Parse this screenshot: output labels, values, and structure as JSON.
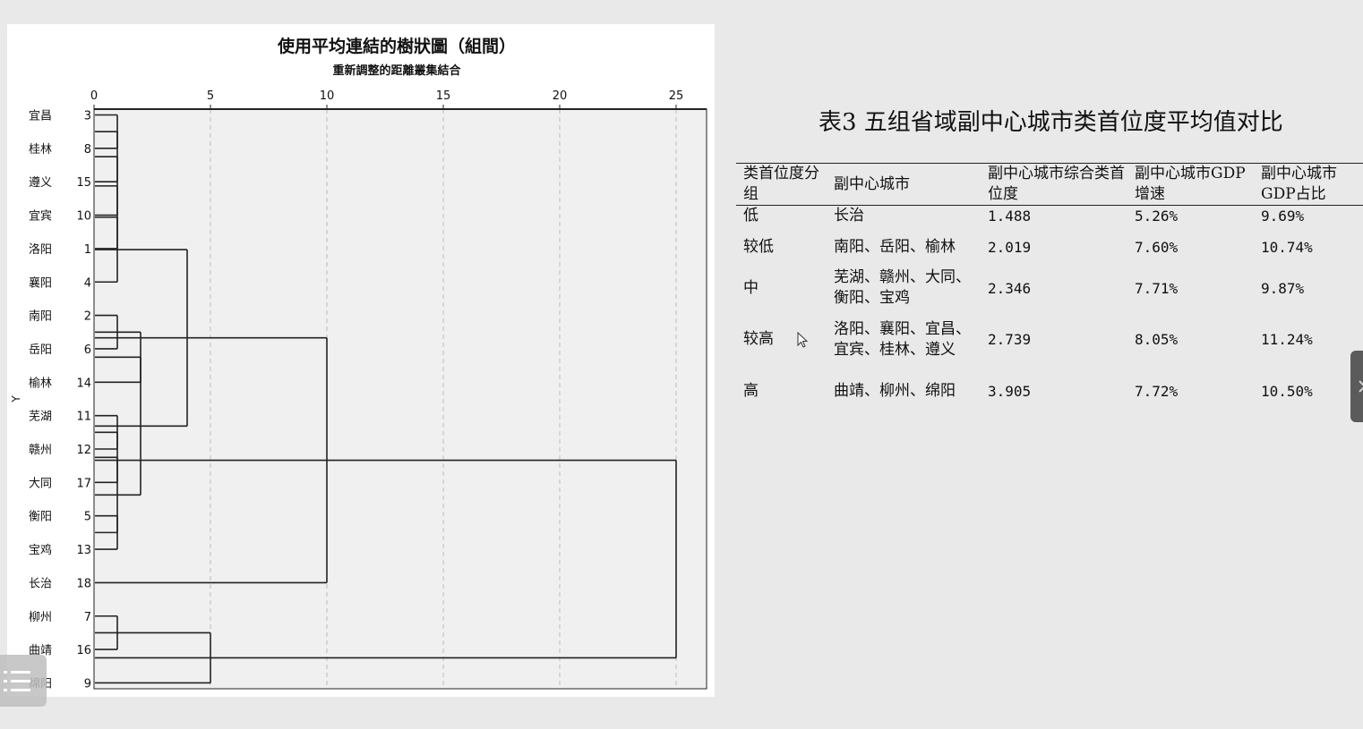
{
  "chart_data": {
    "type": "dendrogram",
    "title": "使用平均連結的樹狀圖（組間）",
    "subtitle": "重新調整的距離叢集結合",
    "ylabel": "Y",
    "xlim": [
      0,
      25
    ],
    "xticks": [
      "0",
      "5",
      "10",
      "15",
      "20",
      "25"
    ],
    "grid": true,
    "leaves": [
      {
        "name": "宜昌",
        "id": "3"
      },
      {
        "name": "桂林",
        "id": "8"
      },
      {
        "name": "遵义",
        "id": "15"
      },
      {
        "name": "宜宾",
        "id": "10"
      },
      {
        "name": "洛阳",
        "id": "1"
      },
      {
        "name": "襄阳",
        "id": "4"
      },
      {
        "name": "南阳",
        "id": "2"
      },
      {
        "name": "岳阳",
        "id": "6"
      },
      {
        "name": "榆林",
        "id": "14"
      },
      {
        "name": "芜湖",
        "id": "11"
      },
      {
        "name": "赣州",
        "id": "12"
      },
      {
        "name": "大同",
        "id": "17"
      },
      {
        "name": "衡阳",
        "id": "5"
      },
      {
        "name": "宝鸡",
        "id": "13"
      },
      {
        "name": "长治",
        "id": "18"
      },
      {
        "name": "柳州",
        "id": "7"
      },
      {
        "name": "曲靖",
        "id": "16"
      },
      {
        "name": "绵阳",
        "id": "9"
      }
    ],
    "merges": [
      {
        "a": 0,
        "b": 1,
        "h": 1
      },
      {
        "a": 18,
        "b": 2,
        "h": 1
      },
      {
        "a": 19,
        "b": 3,
        "h": 1
      },
      {
        "a": 20,
        "b": 4,
        "h": 1
      },
      {
        "a": 21,
        "b": 5,
        "h": 1
      },
      {
        "a": 6,
        "b": 7,
        "h": 1
      },
      {
        "a": 23,
        "b": 8,
        "h": 2
      },
      {
        "a": 9,
        "b": 10,
        "h": 1
      },
      {
        "a": 25,
        "b": 11,
        "h": 1
      },
      {
        "a": 12,
        "b": 13,
        "h": 1
      },
      {
        "a": 26,
        "b": 27,
        "h": 1
      },
      {
        "a": 24,
        "b": 28,
        "h": 2
      },
      {
        "a": 22,
        "b": 29,
        "h": 4
      },
      {
        "a": 30,
        "b": 14,
        "h": 10
      },
      {
        "a": 15,
        "b": 16,
        "h": 1
      },
      {
        "a": 32,
        "b": 17,
        "h": 5
      },
      {
        "a": 31,
        "b": 33,
        "h": 25
      }
    ]
  },
  "table": {
    "title": "表3  五组省域副中心城市类首位度平均值对比",
    "headers": [
      "类首位度分组",
      "副中心城市",
      "副中心城市综合类首位度",
      "副中心城市GDP增速",
      "副中心城市GDP占比"
    ],
    "rows": [
      {
        "group": "低",
        "cities": "长治",
        "primacy": "1.488",
        "growth": "5.26%",
        "share": "9.69%"
      },
      {
        "group": "较低",
        "cities": "南阳、岳阳、榆林",
        "primacy": "2.019",
        "growth": "7.60%",
        "share": "10.74%"
      },
      {
        "group": "中",
        "cities": "芜湖、赣州、大同、衡阳、宝鸡",
        "primacy": "2.346",
        "growth": "7.71%",
        "share": "9.87%"
      },
      {
        "group": "较高",
        "cities": "洛阳、襄阳、宜昌、宜宾、桂林、遵义",
        "primacy": "2.739",
        "growth": "8.05%",
        "share": "11.24%"
      },
      {
        "group": "高",
        "cities": "曲靖、柳州、绵阳",
        "primacy": "3.905",
        "growth": "7.72%",
        "share": "10.50%"
      }
    ]
  },
  "colors": {
    "page_bg": "#e9e9e9",
    "panel_bg": "#ffffff",
    "plot_bg": "#f0f0f0",
    "line": "#222222",
    "grid": "#bdbdbd"
  },
  "icons": {
    "cursor": "cursor-arrow-icon",
    "menu": "list-menu-icon",
    "side_tab": "chevron-icon"
  }
}
